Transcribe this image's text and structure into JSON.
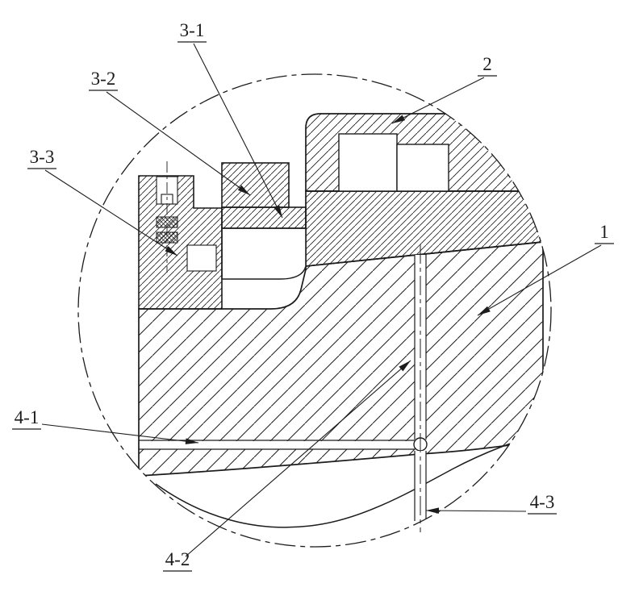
{
  "figure": {
    "labels": {
      "part_1": "1",
      "part_2": "2",
      "part_3_1": "3-1",
      "part_3_2": "3-2",
      "part_3_3": "3-3",
      "part_4_1": "4-1",
      "part_4_2": "4-2",
      "part_4_3": "4-3"
    },
    "colors": {
      "line": "#1c1c1c",
      "background": "#ffffff"
    }
  }
}
